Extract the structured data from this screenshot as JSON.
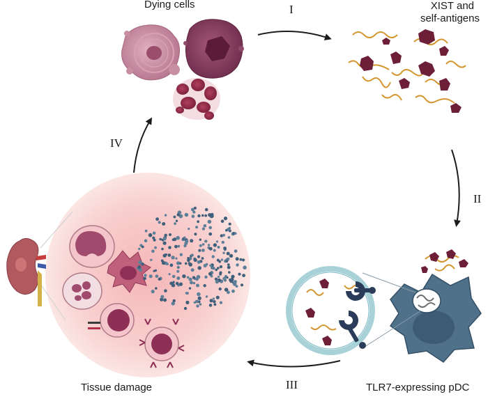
{
  "labels": {
    "dying_cells": "Dying cells",
    "xist_line1": "XIST and",
    "xist_line2": "self-antigens",
    "pdc": "TLR7-expressing pDC",
    "tissue_damage": "Tissue damage"
  },
  "steps": {
    "one": "I",
    "two": "II",
    "three": "III",
    "four": "IV"
  },
  "colors": {
    "arrow": "#1c1c1c",
    "dying_pink": "#c98a9e",
    "dying_dark": "#7e2f52",
    "rna_strand": "#d4962f",
    "antigen": "#6e1f38",
    "pdc_cell": "#4f728a",
    "tlr7": "#2b3c5a",
    "tissue_bg": "#f3c2c2",
    "kidney": "#b05a60"
  }
}
